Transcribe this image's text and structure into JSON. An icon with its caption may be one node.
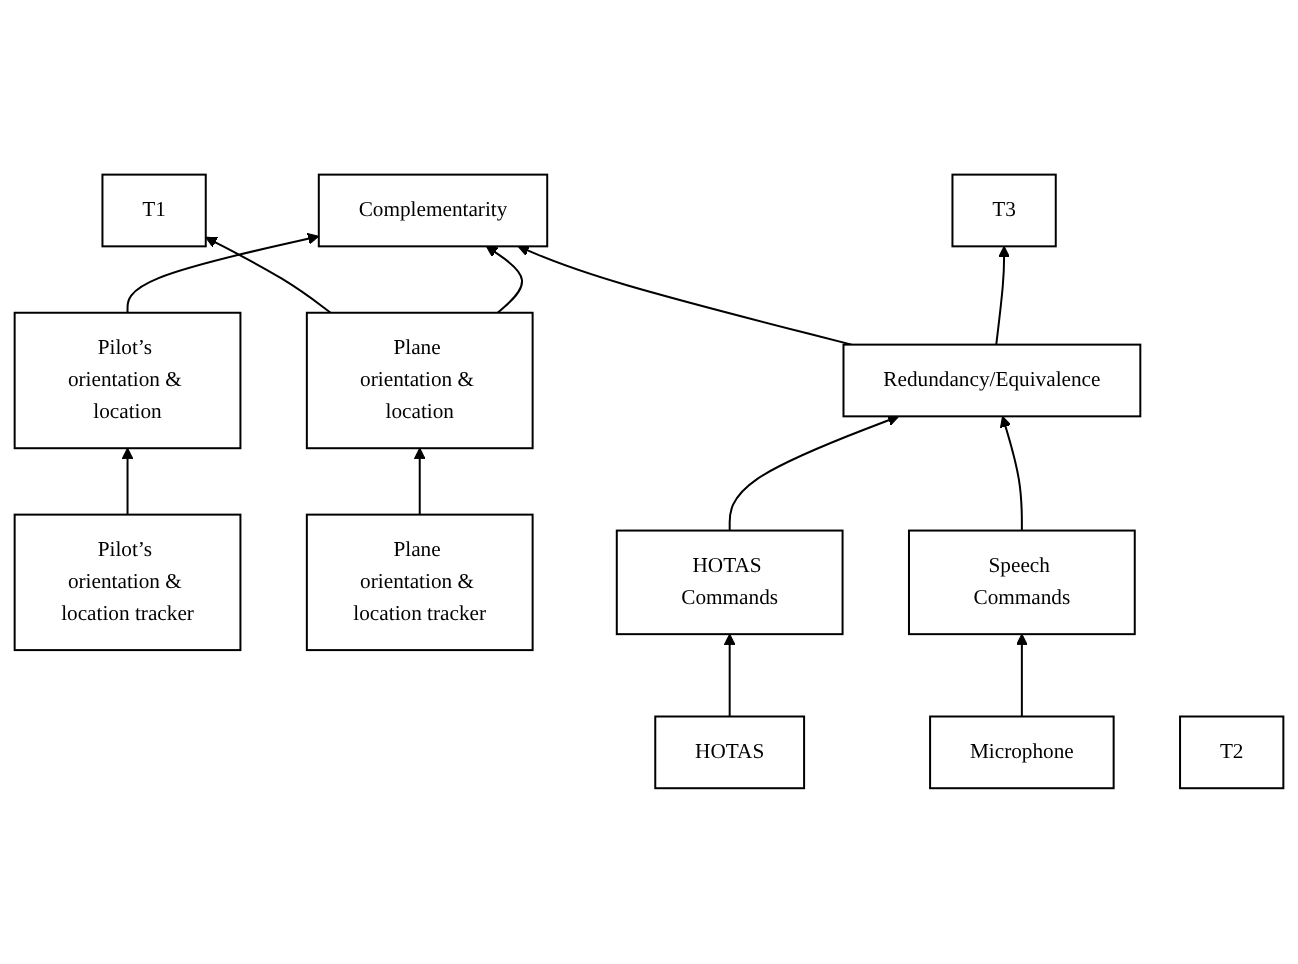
{
  "diagram": {
    "nodes": [
      {
        "text": [
          "T1"
        ]
      },
      {
        "text": [
          "T2"
        ]
      },
      {
        "text": [
          "T3"
        ]
      },
      {
        "text": [
          "Complementarity"
        ]
      },
      {
        "text": [
          "Redundancy/Equivalence"
        ]
      },
      {
        "text": [
          "Plane orientation & location"
        ]
      },
      {
        "text": [
          "Pilot’s orientation & location"
        ]
      },
      {
        "text": [
          "HOTAS Commands"
        ]
      },
      {
        "text": [
          "Speech Commands"
        ]
      },
      {
        "text": [
          "Plane orientation & location tracker"
        ]
      },
      {
        "text": [
          "Pilot’s orientation & location tracker"
        ]
      },
      {
        "text": [
          "HOTAS"
        ]
      },
      {
        "text": [
          "Microphone"
        ]
      }
    ],
    "edges": [
      {
        "from": 9,
        "to": 5,
        "arrow": "to"
      },
      {
        "from": 10,
        "to": 6,
        "arrow": "to"
      },
      {
        "from": 11,
        "to": 7,
        "arrow": "to"
      },
      {
        "from": 12,
        "to": 8,
        "arrow": "to"
      },
      {
        "from": 5,
        "to": 0,
        "arrow": "to"
      },
      {
        "from": 5,
        "to": 3,
        "arrow": "to"
      },
      {
        "from": 6,
        "to": 3,
        "arrow": "to"
      },
      {
        "from": 7,
        "to": 4,
        "arrow": "to"
      },
      {
        "from": 8,
        "to": 4,
        "arrow": "to"
      },
      {
        "from": 4,
        "to": 3,
        "arrow": "to"
      },
      {
        "from": 4,
        "to": 2,
        "arrow": "to"
      }
    ]
  }
}
